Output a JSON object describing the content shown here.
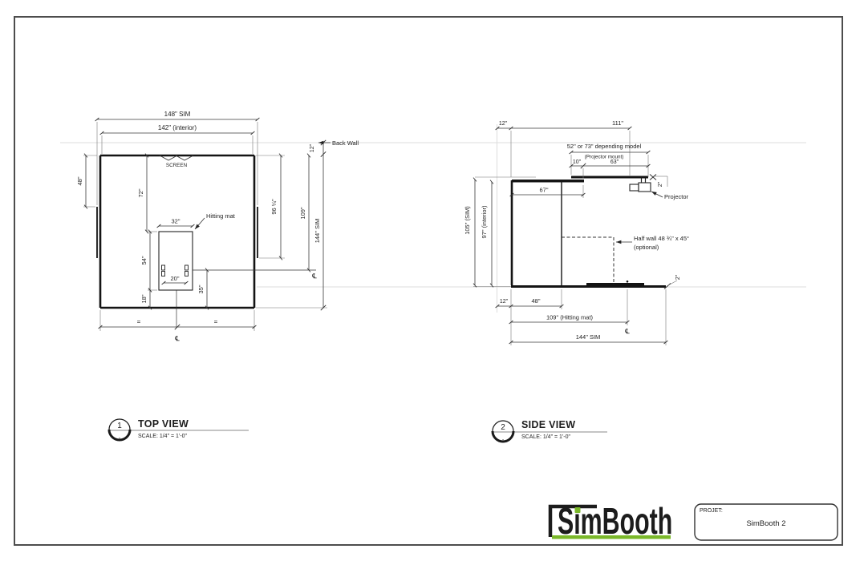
{
  "sheet": {
    "colors": {
      "logo_green": "#7ab829",
      "line": "#141414",
      "faint_ref": "#dcdcdc"
    }
  },
  "top_view": {
    "number": "1",
    "dash": "-",
    "title": "TOP VIEW",
    "scale": "SCALE:  1/4\" = 1'-0\"",
    "dims": {
      "sim_width": "148\" SIM",
      "interior_width": "142\" (interior)",
      "side_wall_48": "48\"",
      "screen_to_mat_72": "72\"",
      "mat_width_32": "32\"",
      "mat_length_54": "54\"",
      "stance_20": "20\"",
      "front_18": "18\"",
      "ball_35": "35\"",
      "opening_96": "96 ¼\"",
      "ball_109": "109\"",
      "sim_length_144": "144\" SIM",
      "back_wall_12": "12\""
    },
    "labels": {
      "screen": "SCREEN",
      "hitting_mat": "Hitting mat",
      "back_wall": "Back Wall",
      "equal": "=",
      "centerline": "℄"
    }
  },
  "side_view": {
    "number": "2",
    "dash": "-",
    "title": "SIDE VIEW",
    "scale": "SCALE:  1/4\" = 1'-0\"",
    "dims": {
      "top_12": "12\"",
      "top_111": "111\"",
      "model_span": "52\" or 73\" depending model",
      "projector_mount": "(Projector mount)",
      "mount_10": "10\"",
      "mount_63": "63\"",
      "ceiling_67": "67\"",
      "height_105": "105\" (SIM)",
      "height_97": "97\" (interior)",
      "projector_2": "2\"",
      "bottom_12": "12\"",
      "post_48": "48\"",
      "mat_109": "109\" (Hitting mat)",
      "sim_144": "144\" SIM",
      "floor_2": "2\""
    },
    "labels": {
      "projector": "Projector",
      "half_wall": "Half wall 48 ¾\" x 45°",
      "optional": "(optional)",
      "centerline": "℄"
    }
  },
  "title_block": {
    "logo": "SimBooth",
    "project_label": "PROJET:",
    "project_name": "SimBooth 2"
  }
}
